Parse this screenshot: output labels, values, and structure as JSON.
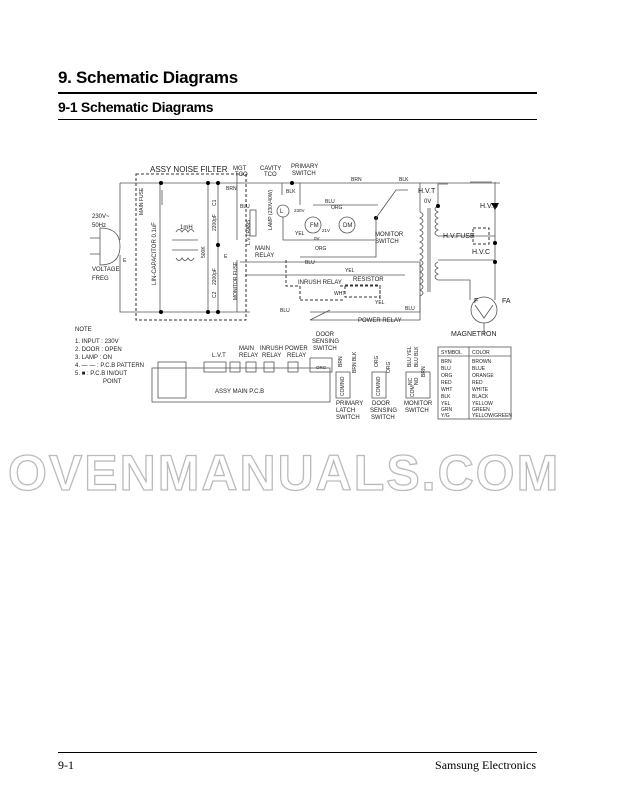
{
  "header": {
    "title": "9. Schematic Diagrams",
    "subtitle": "9-1 Schematic Diagrams"
  },
  "footer": {
    "page": "9-1",
    "company": "Samsung Electronics"
  },
  "watermark": "OVENMANUALS.COM",
  "schematic": {
    "noise_filter": "ASSY  NOISE FILTER",
    "mgt_tco": [
      "MGT",
      "TCO"
    ],
    "cavity_tco": [
      "CAVITY",
      "TCO"
    ],
    "primary_switch": [
      "PRIMARY",
      "SWITCH"
    ],
    "input": [
      "230V~",
      "50Hz"
    ],
    "voltage_freg": [
      "VOLTAGE",
      "FREG"
    ],
    "main_fuse": "MAIN FUSE",
    "lin_cap": "LIN-CAPACITOR 0.1uF",
    "inductor": "1mH",
    "resistor_500k": "500K",
    "c1": "C1",
    "c1_val": "2200pF",
    "c2": "C2",
    "c2_val": "2200pF",
    "monitor_fuse": "MONITOR FUSE",
    "ground": "E",
    "lv_trans": "L.V.TRANS",
    "lamp": "LAMP (230V40W)",
    "lamp_symbol": "L",
    "main_relay": [
      "MAIN",
      "RELAY"
    ],
    "fm": "FM",
    "dm": "DM",
    "v230": "230V",
    "v21": "21V",
    "v0": "0V",
    "monitor_switch": [
      "MONITOR",
      "SWITCH"
    ],
    "hvt": "H.V.T",
    "hvt_0v": "0V",
    "hvd": "H.V.D",
    "hv_fuse": "H.V.FUSE",
    "hvc": "H.V.C",
    "f": "F",
    "fa": "FA",
    "magnetron": "MAGNETRON",
    "inrush_relay": "INRUSH RELAY",
    "resistor": "RESISTOR",
    "power_relay": "POWER RELAY",
    "wires": {
      "brn": "BRN",
      "blk": "BLK",
      "blu": "BLU",
      "yel": "YEL",
      "org": "ORG",
      "wht": "WHT"
    }
  },
  "notes": {
    "title": "NOTE",
    "items": [
      "1. INPUT : 230V",
      "2. DOOR : OPEN",
      "3. LAMP : ON",
      "4.  — — : P.C.B PATTERN",
      "5.   ■  : P.C.B IN/OUT",
      "POINT"
    ]
  },
  "pcb": {
    "lvt": "L.V.T",
    "main_relay": [
      "MAIN",
      "RELAY"
    ],
    "inrush_relay": [
      "INRUSH",
      "RELAY"
    ],
    "power_relay": [
      "POWER",
      "RELAY"
    ],
    "door_sensing": [
      "DOOR",
      "SENSING",
      "SWITCH"
    ],
    "org": "ORG",
    "label": "ASSY MAIN P.C.B",
    "switches": [
      {
        "name": [
          "PRIMARY",
          "LATCH",
          "SWITCH"
        ],
        "terms": [
          "COM",
          "NO"
        ],
        "wires": [
          "BRN",
          "BRN BLK"
        ]
      },
      {
        "name": [
          "DOOR",
          "SENSING",
          "SWITCH"
        ],
        "terms": [
          "COM",
          "NO"
        ],
        "wires": [
          "ORG",
          "ORG"
        ]
      },
      {
        "name": [
          "MONITOR",
          "SWITCH"
        ],
        "terms": [
          "NC",
          "NO",
          "COM"
        ],
        "wires": [
          "BLU YEL",
          "BLU BLK",
          "BRN"
        ]
      }
    ]
  },
  "color_table": {
    "headers": [
      "SYMBOL",
      "COLOR"
    ],
    "rows": [
      [
        "BRN",
        "BROWN"
      ],
      [
        "BLU",
        "BLUE"
      ],
      [
        "ORG",
        "ORANGE"
      ],
      [
        "RED",
        "RED"
      ],
      [
        "WHT",
        "WHITE"
      ],
      [
        "BLK",
        "BLACK"
      ],
      [
        "YEL",
        "YELLOW"
      ],
      [
        "GRN",
        "GREEN"
      ],
      [
        "Y/G",
        "YELLOW/GREEN"
      ]
    ]
  }
}
